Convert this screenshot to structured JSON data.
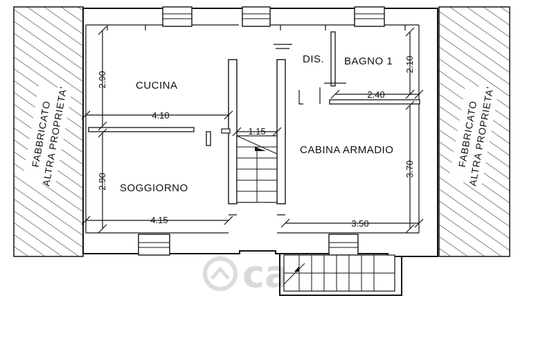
{
  "rooms": {
    "kitchen": "CUCINA",
    "living": "SOGGIORNO",
    "hall": "DIS.",
    "bath": "BAGNO 1",
    "wardrobe": "CABINA ARMADIO"
  },
  "neighbor_label": {
    "line1": "FABBRICATO",
    "line2": "ALTRA PROPRIETA'"
  },
  "dimensions": {
    "kitchen_height": "2.90",
    "living_height": "2.90",
    "kitchen_width": "4.10",
    "living_width": "4.15",
    "stair_width": "1.15",
    "bath_height": "2.10",
    "bath_width": "2.40",
    "wardrobe_height": "3.70",
    "wardrobe_width": "3.50"
  },
  "watermark": "casa.it"
}
